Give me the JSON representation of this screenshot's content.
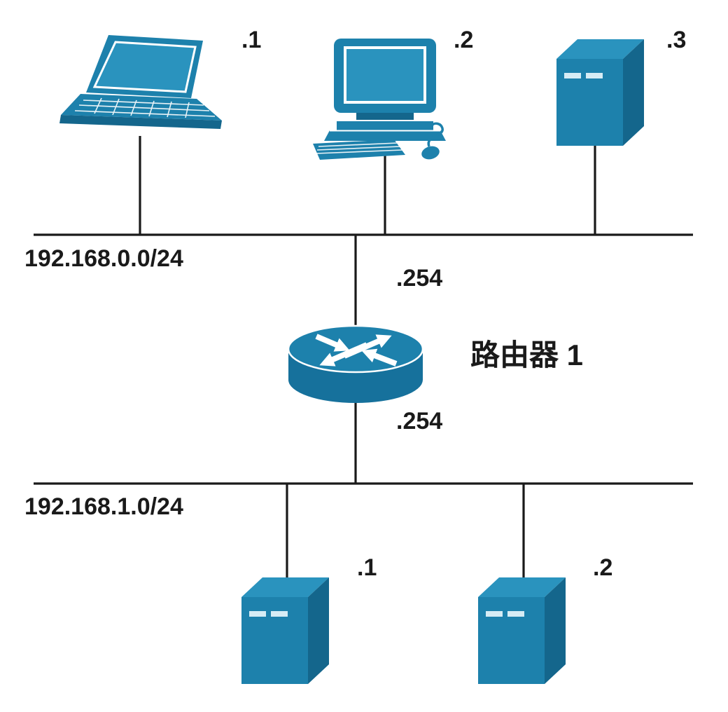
{
  "diagram": {
    "type": "network-topology",
    "router": {
      "label": "路由器 1"
    },
    "networks": [
      {
        "cidr": "192.168.0.0/24",
        "router_interface": ".254",
        "hosts": [
          {
            "type": "laptop",
            "address": ".1"
          },
          {
            "type": "desktop",
            "address": ".2"
          },
          {
            "type": "server",
            "address": ".3"
          }
        ]
      },
      {
        "cidr": "192.168.1.0/24",
        "router_interface": ".254",
        "hosts": [
          {
            "type": "server",
            "address": ".1"
          },
          {
            "type": "server",
            "address": ".2"
          }
        ]
      }
    ],
    "colors": {
      "device": "#1d81ac",
      "device_dark": "#14668c",
      "device_light": "#2a93be",
      "line": "#1a1a1a",
      "text": "#1a1a1a"
    }
  }
}
